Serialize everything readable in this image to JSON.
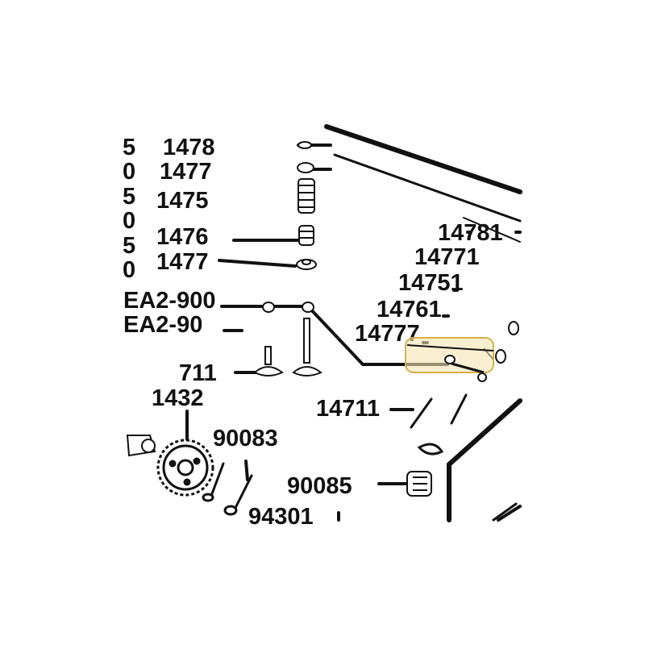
{
  "colors": {
    "ink": "#111111",
    "highlight_fill": "#f5e6b3",
    "highlight_stroke": "#d8b04a"
  },
  "labels": {
    "p14781_left": "1478",
    "p14771_left": "1477",
    "p14751_left": "1475",
    "p14761_left": "1476",
    "p14777_left": "1477",
    "ea2_900": "EA2-900",
    "ea2_901": "EA2-90",
    "p14711_left": "711",
    "p14321": "1432",
    "p90083": "90083",
    "p94301": "94301",
    "p14781_right": "14781",
    "p14771_right": "14771",
    "p14751_right": "14751",
    "p14761_right": "14761",
    "p14777_right": "14777",
    "p14711_right": "14711",
    "p90085": "90085"
  },
  "edge_digits": [
    "5",
    "0",
    "5",
    "0",
    "5",
    "0"
  ]
}
